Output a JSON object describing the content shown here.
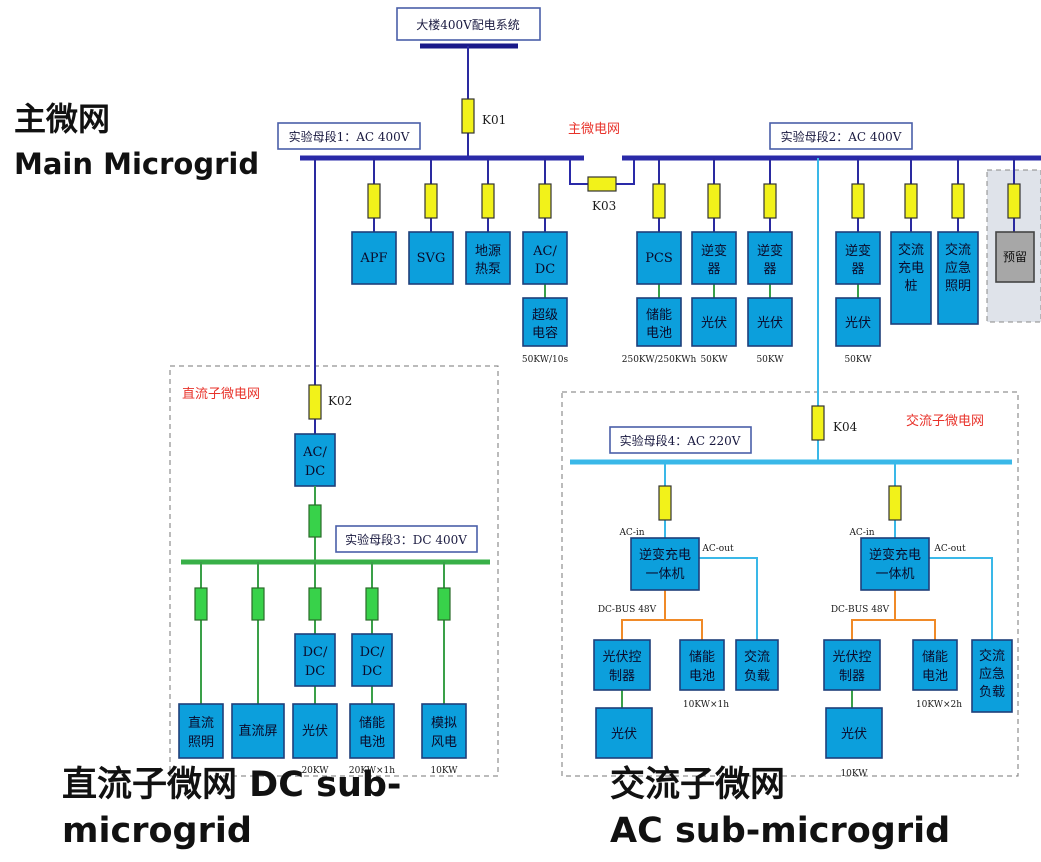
{
  "overlay": {
    "main_cn": "主微网",
    "main_en": "Main Microgrid",
    "dc_line1": "直流子微网 DC sub-",
    "dc_line2": "microgrid",
    "ac_line1": "交流子微网",
    "ac_line2": "AC sub-microgrid"
  },
  "top": {
    "system": "大楼400V配电系统",
    "k01": "K01"
  },
  "main_grid": {
    "title": "主微电网",
    "bus1": "实验母段1：AC 400V",
    "bus2": "实验母段2：AC 400V",
    "k03": "K03",
    "dev_apf": "APF",
    "dev_svg": "SVG",
    "dev_geo1": "地源",
    "dev_geo2": "热泵",
    "dev_acdc1": "AC/",
    "dev_acdc2": "DC",
    "dev_pcs": "PCS",
    "dev_inv1a": "逆变",
    "dev_inv1b": "器",
    "dev_inv2a": "逆变",
    "dev_inv2b": "器",
    "dev_inv3a": "逆变",
    "dev_inv3b": "器",
    "dev_evc1": "交流",
    "dev_evc2": "充电",
    "dev_evc3": "桩",
    "dev_eml1": "交流",
    "dev_eml2": "应急",
    "dev_eml3": "照明",
    "dev_reserve": "预留",
    "sub_sc1": "超级",
    "sub_sc2": "电容",
    "sub_bat1": "储能",
    "sub_bat2": "电池",
    "sub_pv1": "光伏",
    "sub_pv2": "光伏",
    "sub_pv3": "光伏",
    "spec_sc": "50KW/10s",
    "spec_bat": "250KW/250KWh",
    "spec_pv1": "50KW",
    "spec_pv2": "50KW",
    "spec_pv3": "50KW"
  },
  "dc_grid": {
    "title": "直流子微电网",
    "k02": "K02",
    "acdc1": "AC/",
    "acdc2": "DC",
    "bus3": "实验母段3：DC 400V",
    "l1a": "直流",
    "l1b": "照明",
    "l2": "直流屏",
    "dcdc_a1": "DC/",
    "dcdc_a2": "DC",
    "pv": "光伏",
    "dcdc_b1": "DC/",
    "dcdc_b2": "DC",
    "bat1": "储能",
    "bat2": "电池",
    "wind1": "模拟",
    "wind2": "风电",
    "spec_pv": "20KW",
    "spec_bat": "20KW×1h",
    "spec_wind": "10KW"
  },
  "ac_grid": {
    "title": "交流子微电网",
    "k04": "K04",
    "bus4": "实验母段4：AC 220V",
    "left": {
      "ac_in": "AC-in",
      "ac_out": "AC-out",
      "unit1": "逆变充电",
      "unit2": "一体机",
      "dcbus": "DC-BUS 48V",
      "pvc1": "光伏控",
      "pvc2": "制器",
      "bat1": "储能",
      "bat2": "电池",
      "load1": "交流",
      "load2": "负载",
      "pv": "光伏",
      "spec_bat": "10KW×1h"
    },
    "right": {
      "ac_in": "AC-in",
      "ac_out": "AC-out",
      "unit1": "逆变充电",
      "unit2": "一体机",
      "dcbus": "DC-BUS 48V",
      "pvc1": "光伏控",
      "pvc2": "制器",
      "bat1": "储能",
      "bat2": "电池",
      "load1": "交流",
      "load2": "应急",
      "load3": "负载",
      "pv": "光伏",
      "spec_bat": "10KW×2h",
      "spec_pv": "10KW"
    }
  }
}
